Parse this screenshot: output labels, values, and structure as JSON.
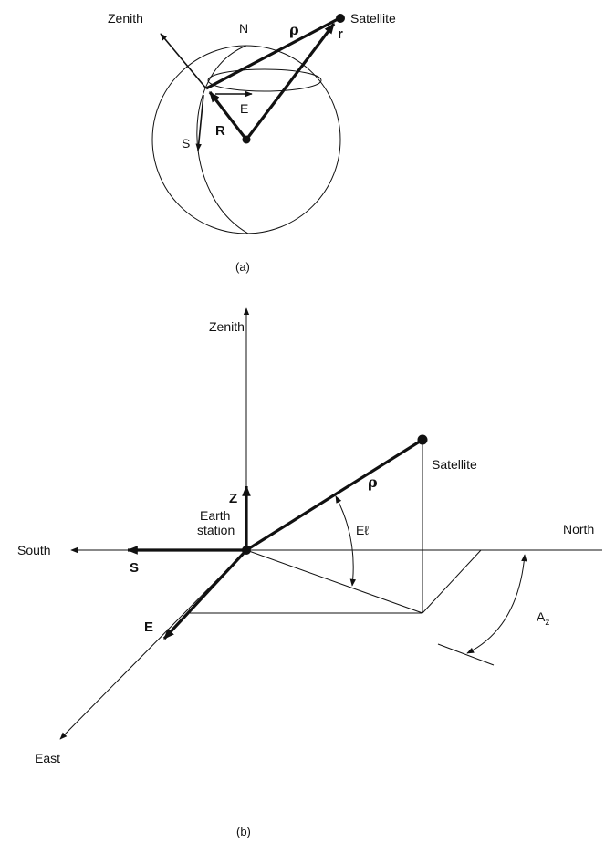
{
  "panel_a": {
    "labels": {
      "zenith": "Zenith",
      "north": "N",
      "rho": "ρ",
      "satellite": "Satellite",
      "r": "r",
      "east": "E",
      "R": "R",
      "south": "S"
    },
    "caption": "(a)"
  },
  "panel_b": {
    "labels": {
      "zenith": "Zenith",
      "z": "Z",
      "satellite": "Satellite",
      "rho": "ρ",
      "earth_station_line1": "Earth",
      "earth_station_line2": "station",
      "elevation_prefix": "E",
      "elevation_suffix": "ℓ",
      "north": "North",
      "south": "South",
      "s": "S",
      "e": "E",
      "azimuth_main": "A",
      "azimuth_sub": "z",
      "east": "East"
    },
    "caption": "(b)"
  }
}
